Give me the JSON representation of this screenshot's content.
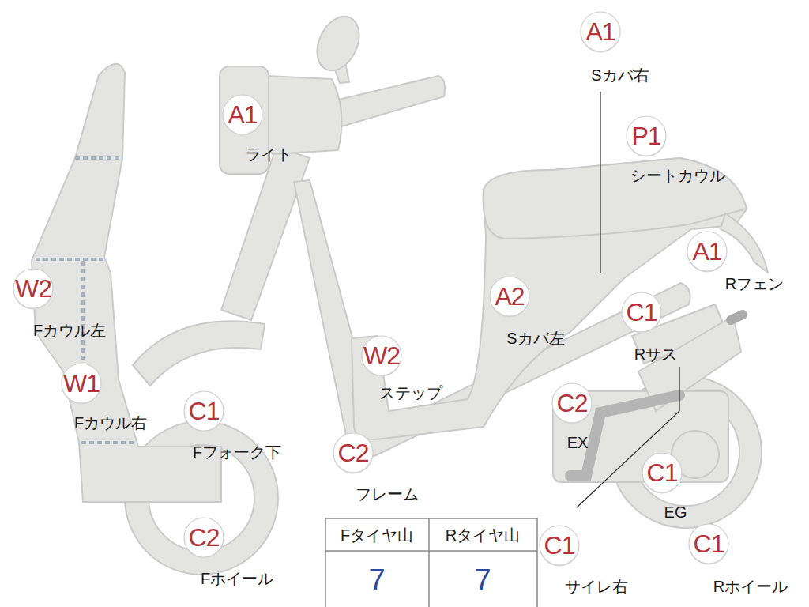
{
  "diagram": {
    "nodes": [
      {
        "text": [
          "A1",
          "Sカバ右"
        ]
      },
      {
        "text": [
          "A1",
          "ライト"
        ]
      },
      {
        "text": [
          "P1",
          "シートカウル"
        ]
      },
      {
        "text": [
          "A1",
          "Rフェン"
        ]
      },
      {
        "text": [
          "W2",
          "Fカウル左"
        ]
      },
      {
        "text": [
          "A2",
          "Sカバ左"
        ]
      },
      {
        "text": [
          "C1",
          "Rサス"
        ]
      },
      {
        "text": [
          "W2",
          "ステップ"
        ]
      },
      {
        "text": [
          "W1",
          "Fカウル右"
        ]
      },
      {
        "text": [
          "C1",
          "Fフォーク下"
        ]
      },
      {
        "text": [
          "C2",
          "EX"
        ]
      },
      {
        "text": [
          "C2",
          "フレーム"
        ]
      },
      {
        "text": [
          "C1",
          "EG"
        ]
      },
      {
        "text": [
          "C2",
          "Fホイール"
        ]
      },
      {
        "text": [
          "C1",
          "サイレ右"
        ]
      },
      {
        "text": [
          "C1",
          "Rホイール"
        ]
      }
    ],
    "labels": [
      "Fタイヤ山",
      "Rタイヤ山",
      "7",
      "7"
    ]
  }
}
